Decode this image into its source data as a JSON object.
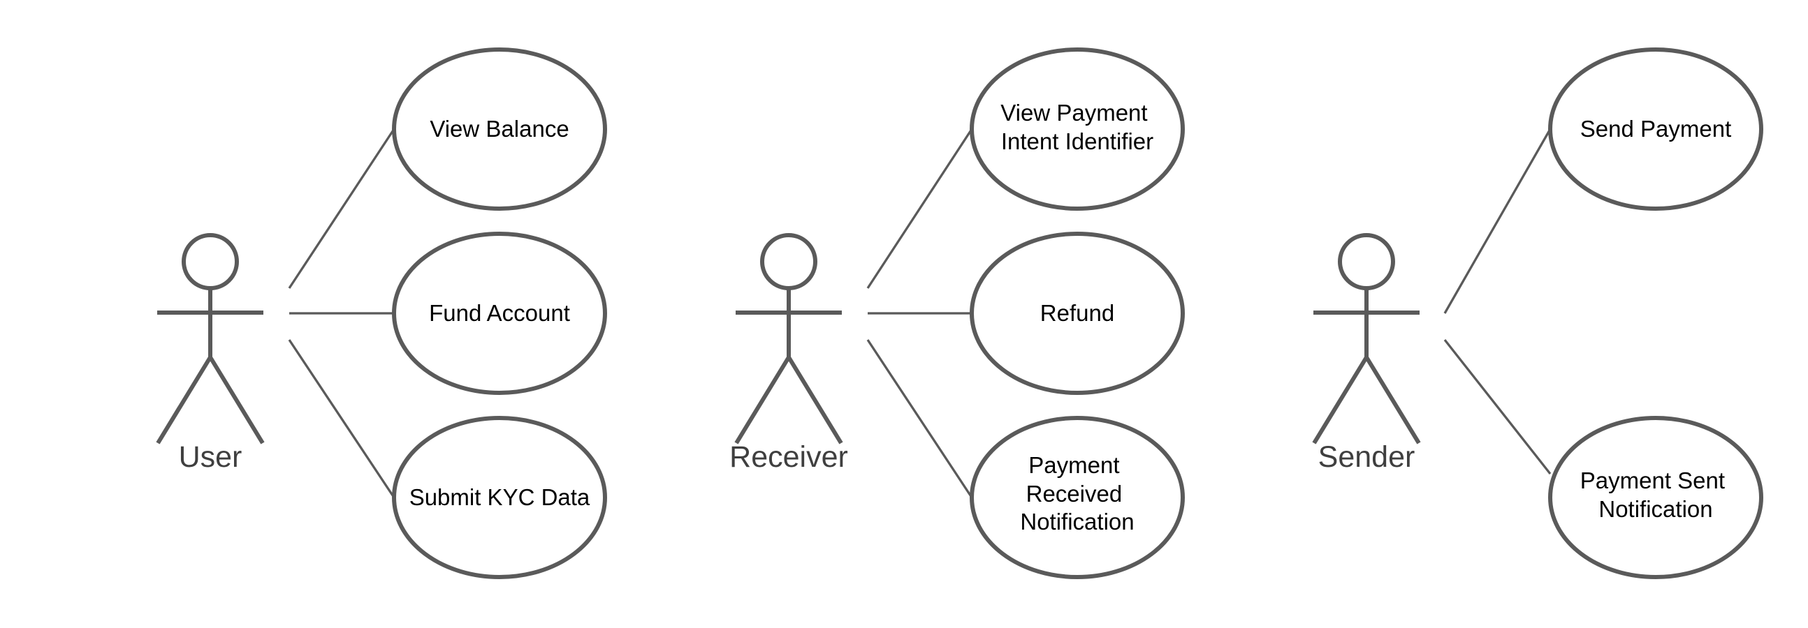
{
  "diagram": {
    "type": "use-case",
    "colors": {
      "stroke": "#5a5a5a",
      "text": "#000000",
      "actor_label": "#3f3f3f",
      "background": "#ffffff"
    },
    "actors": [
      {
        "id": "user",
        "name": "User",
        "use_cases": [
          {
            "id": "view-balance",
            "label_lines": [
              "View Balance"
            ]
          },
          {
            "id": "fund-account",
            "label_lines": [
              "Fund Account"
            ]
          },
          {
            "id": "submit-kyc-data",
            "label_lines": [
              "Submit KYC Data"
            ]
          }
        ]
      },
      {
        "id": "receiver",
        "name": "Receiver",
        "use_cases": [
          {
            "id": "view-payment-intent-identifier",
            "label_lines": [
              "View Payment",
              "Intent Identifier"
            ]
          },
          {
            "id": "refund",
            "label_lines": [
              "Refund"
            ]
          },
          {
            "id": "payment-received-notification",
            "label_lines": [
              "Payment",
              "Received",
              "Notification"
            ]
          }
        ]
      },
      {
        "id": "sender",
        "name": "Sender",
        "use_cases": [
          {
            "id": "send-payment",
            "label_lines": [
              "Send Payment"
            ]
          },
          {
            "id": "payment-sent-notification",
            "label_lines": [
              "Payment Sent",
              "Notification"
            ]
          }
        ]
      }
    ]
  }
}
